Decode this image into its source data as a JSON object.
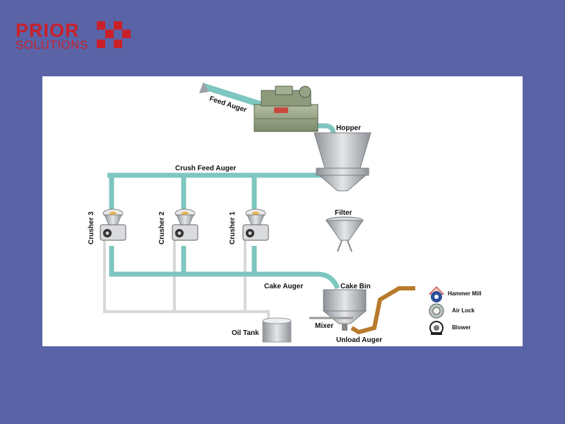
{
  "logo": {
    "line1": "PRIOR",
    "line2": "SOLUTIONS",
    "brand_color": "#c8212a"
  },
  "colors": {
    "background": "#5b63a7",
    "panel": "#ffffff",
    "pipe": "#7ec6c0",
    "pipe_edge": "#4e9d97",
    "oil_line": "#e6e6e6",
    "unload_auger": "#b87a2c",
    "machinery": "#9aa68a",
    "steel": "#b9bcc0"
  },
  "diagram": {
    "labels": {
      "feed_auger": "Feed Auger",
      "hopper": "Hopper",
      "crush_feed_auger": "Crush Feed Auger",
      "crusher3": "Crusher 3",
      "crusher2": "Crusher 2",
      "crusher1": "Crusher 1",
      "filter": "Filter",
      "cake_auger": "Cake Auger",
      "cake_bin": "Cake Bin",
      "mixer": "Mixer",
      "oil_tank": "Oil Tank",
      "unload_auger": "Unload Auger"
    },
    "legend": [
      {
        "icon": "hammer-mill-icon",
        "label": "Hammer Mill"
      },
      {
        "icon": "air-lock-icon",
        "label": "Air Lock"
      },
      {
        "icon": "blower-icon",
        "label": "Blower"
      }
    ]
  }
}
